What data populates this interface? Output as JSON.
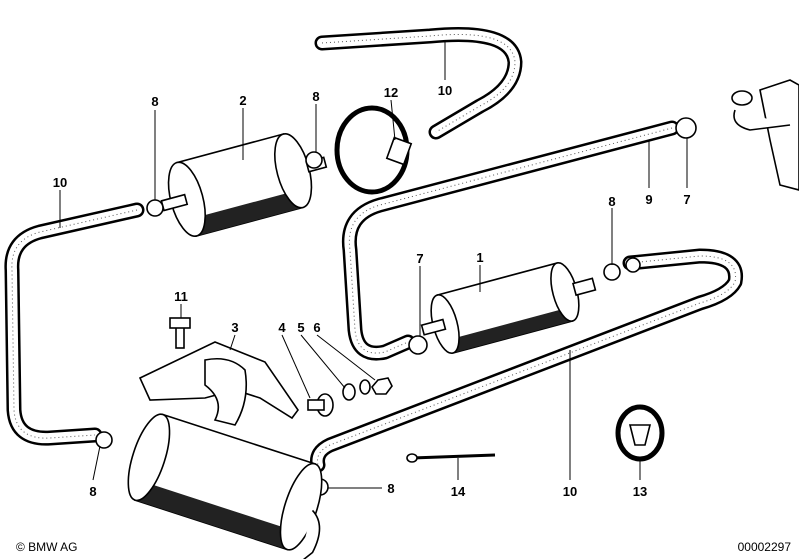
{
  "diagram": {
    "callouts": [
      "8",
      "2",
      "8",
      "12",
      "10",
      "10",
      "8",
      "9",
      "7",
      "7",
      "1",
      "11",
      "3",
      "4",
      "5",
      "6",
      "10",
      "8",
      "8",
      "14",
      "13"
    ]
  },
  "footer": {
    "copyright": "© BMW AG",
    "image_number": "00002297"
  }
}
